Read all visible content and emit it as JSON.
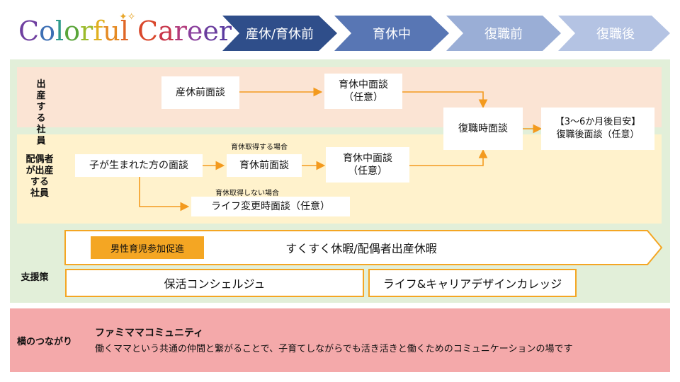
{
  "logo": {
    "letters": [
      {
        "ch": "C",
        "color": "#6f3fa0"
      },
      {
        "ch": "o",
        "color": "#3c6fb4"
      },
      {
        "ch": "l",
        "color": "#2f9a8c"
      },
      {
        "ch": "o",
        "color": "#5aa53a"
      },
      {
        "ch": "r",
        "color": "#9cbb2c"
      },
      {
        "ch": "f",
        "color": "#e0b020"
      },
      {
        "ch": "u",
        "color": "#e58a23"
      },
      {
        "ch": "l",
        "color": "#e06727"
      },
      {
        "ch": " ",
        "color": "#000"
      },
      {
        "ch": "C",
        "color": "#d9472b"
      },
      {
        "ch": "a",
        "color": "#c8364a"
      },
      {
        "ch": "r",
        "color": "#b23a7c"
      },
      {
        "ch": "e",
        "color": "#8a3f9c"
      },
      {
        "ch": "e",
        "color": "#6a3d9e"
      },
      {
        "ch": "r",
        "color": "#5b3aa0"
      }
    ],
    "stars": "✦✧"
  },
  "steps": [
    {
      "label": "産休/育休前",
      "color": "#2f4e8a"
    },
    {
      "label": "育休中",
      "color": "#5876b4"
    },
    {
      "label": "復職前",
      "color": "#9aaed6"
    },
    {
      "label": "復職後",
      "color": "#b4c3e3"
    }
  ],
  "rows": {
    "employee_label": "出\n産\nす\nる\n社\n員",
    "spouse_label": "配偶者\nが出産\nする\n社員",
    "support_label": "支援策",
    "connection_label": "横のつながり"
  },
  "boxes": {
    "pre_leave_interview": "産休前面談",
    "during_leave_interview_a": "育休中面談\n（任意）",
    "return_interview": "復職時面談",
    "post_return_interview": "【3～6か月後目安】\n復職後面談（任意）",
    "birth_interview": "子が生まれた方の面談",
    "pre_childcare_interview": "育休前面談",
    "during_leave_interview_b": "育休中面談\n（任意）",
    "life_change_interview": "ライフ変更時面談（任意）"
  },
  "notes": {
    "taking_leave": "育休取得する場合",
    "not_taking_leave": "育休取得しない場合"
  },
  "support": {
    "male_badge": "男性育児参加促進",
    "leave_banner": "すくすく休暇/配偶者出産休暇",
    "concierge": "保活コンシェルジュ",
    "college": "ライフ&キャリアデザインカレッジ"
  },
  "community": {
    "title": "ファミママコミュニティ",
    "description": "働くママという共通の仲間と繋がることで、子育てしながらでも活き活きと働くためのコミュニケーションの場です"
  },
  "colors": {
    "arrow": "#f39a1e",
    "accent_orange": "#f4a623",
    "green_panel": "#e2efd9",
    "pink_panel": "#f4a9aa"
  }
}
